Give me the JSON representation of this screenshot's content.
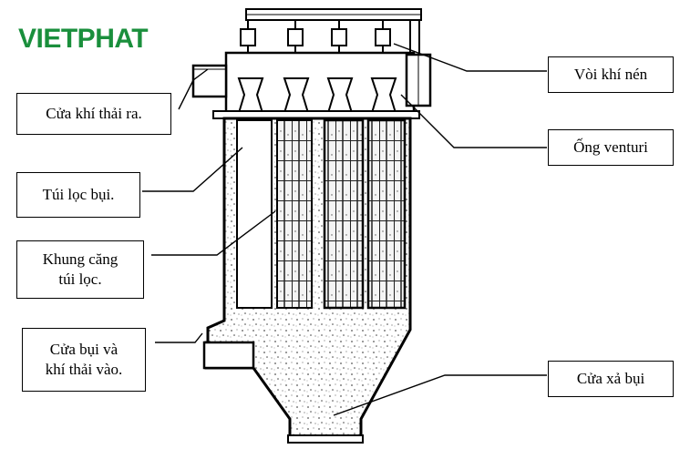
{
  "brand": {
    "name": "VIETPHAT",
    "color": "#1a8f3c"
  },
  "labels": {
    "exhaust_outlet": "Cửa khí thải ra.",
    "filter_bag": "Túi lọc bụi.",
    "bag_cage": "Khung căng\ntúi lọc.",
    "dust_inlet": "Cửa bụi và\nkhí thải vào.",
    "air_nozzle": "Vòi khí nén",
    "venturi": "Ống venturi",
    "dust_discharge": "Cửa xả bụi"
  }
}
